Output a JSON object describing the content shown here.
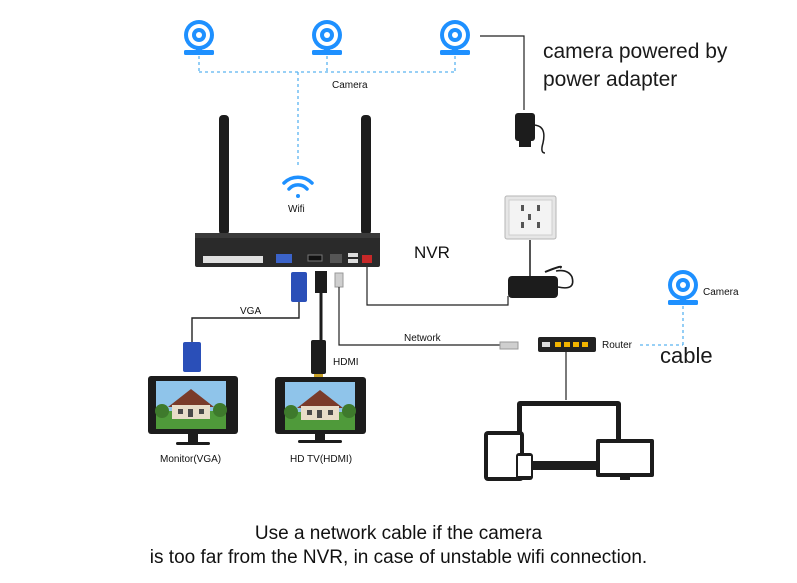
{
  "labels": {
    "camera_top": "Camera",
    "camera_power": [
      "camera powered by",
      "power adapter"
    ],
    "wifi": "Wifi",
    "nvr": "NVR",
    "vga": "VGA",
    "hdmi": "HDMI",
    "network": "Network",
    "router": "Router",
    "camera_right": "Camera",
    "cable": "cable",
    "monitor": "Monitor(VGA)",
    "hdtv": "HD TV(HDMI)"
  },
  "caption": [
    "Use a network cable if the camera",
    "is too far from the NVR, in case of unstable wifi connection."
  ],
  "colors": {
    "camera_blue": "#1e90ff",
    "dashed_line": "#5ab4f0",
    "device_black": "#1c1c1c",
    "vga_blue": "#2a4fb8"
  },
  "icons": [
    "camera-icon",
    "wifi-icon",
    "nvr-recorder",
    "power-adapter-icon",
    "wall-socket-icon",
    "power-brick-icon",
    "vga-connector-icon",
    "hdmi-connector-icon",
    "rj45-connector-icon",
    "router-icon",
    "monitor-icon",
    "tv-icon",
    "laptop-icon",
    "tablet-icon",
    "phone-icon"
  ]
}
